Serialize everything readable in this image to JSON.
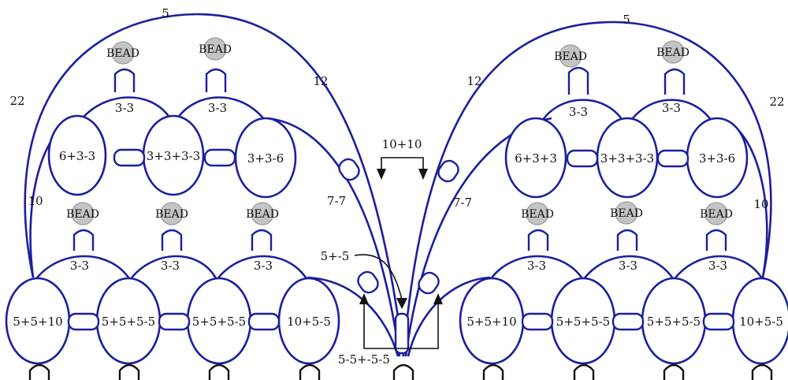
{
  "bead_label": "BEAD",
  "left": {
    "top_rings": [
      "6+3-3",
      "3+3+3-3",
      "3+3-6"
    ],
    "top_chains": [
      "3-3",
      "3-3"
    ],
    "bottom_rings": [
      "5+5+10",
      "5+5+5-5",
      "5+5+5-5",
      "10+5-5"
    ],
    "bottom_chains": [
      "3-3",
      "3-3",
      "3-3"
    ],
    "outer_chain_top": "5",
    "outer_chain_side": "22",
    "outer_chain_inner": "12",
    "side_chain": "10",
    "center_chain": "7-7"
  },
  "right": {
    "top_rings": [
      "6+3+3",
      "3+3+3-3",
      "3+3-6"
    ],
    "top_chains": [
      "3-3",
      "3-3"
    ],
    "bottom_rings": [
      "5+5+10",
      "5+5+5-5",
      "5+5+5-5",
      "10+5-5"
    ],
    "bottom_chains": [
      "3-3",
      "3-3",
      "3-3"
    ],
    "outer_chain_top": "5",
    "outer_chain_side": "22",
    "outer_chain_inner": "12",
    "side_chain": "10",
    "center_chain": "7-7"
  },
  "center": {
    "join_top": "10+10",
    "join_mid": "5+-5",
    "join_bottom": "5-5+-5-5"
  }
}
